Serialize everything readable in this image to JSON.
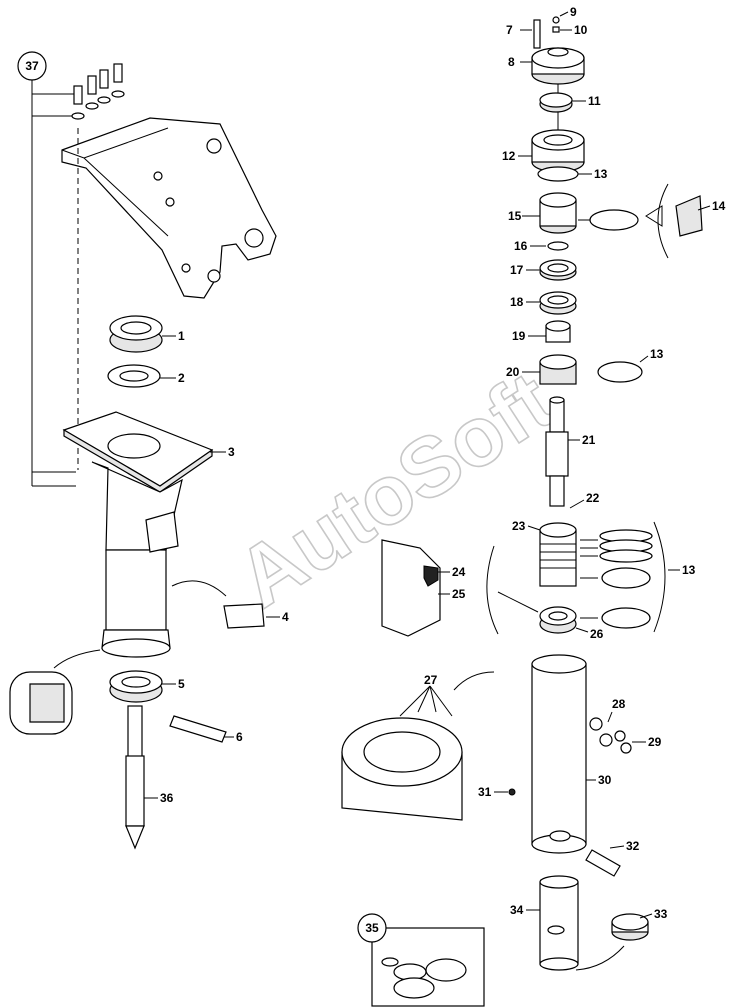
{
  "watermark": "AutoSoft",
  "callouts": {
    "c1": "1",
    "c2": "2",
    "c3": "3",
    "c4": "4",
    "c5": "5",
    "c6": "6",
    "c7": "7",
    "c8": "8",
    "c9": "9",
    "c10": "10",
    "c11": "11",
    "c12": "12",
    "c13a": "13",
    "c13b": "13",
    "c13c": "13",
    "c14": "14",
    "c15": "15",
    "c16": "16",
    "c17": "17",
    "c18": "18",
    "c19": "19",
    "c20": "20",
    "c21": "21",
    "c22": "22",
    "c23": "23",
    "c24": "24",
    "c25": "25",
    "c26": "26",
    "c27": "27",
    "c28": "28",
    "c29": "29",
    "c30": "30",
    "c31": "31",
    "c32": "32",
    "c33": "33",
    "c34": "34",
    "c35": "35",
    "c36": "36",
    "c37": "37"
  }
}
